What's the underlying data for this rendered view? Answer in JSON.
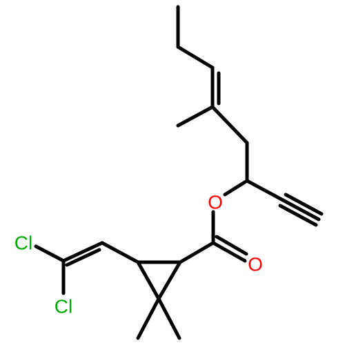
{
  "molecule": {
    "atoms": [
      {
        "id": "a_cl1",
        "label": "Cl",
        "color": "#00aa00"
      },
      {
        "id": "a_cl2",
        "label": "Cl",
        "color": "#00aa00"
      },
      {
        "id": "a_o_ester",
        "label": "O",
        "color": "#ff0000"
      },
      {
        "id": "a_o_carbonyl",
        "label": "O",
        "color": "#ff0000"
      }
    ],
    "bond_color": "#000000"
  }
}
